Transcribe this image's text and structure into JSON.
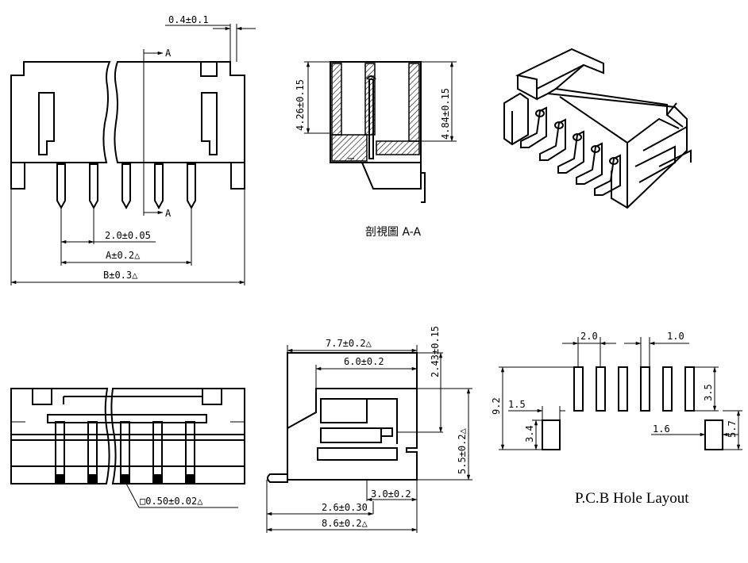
{
  "dims": {
    "pin_width": "0.4±0.1",
    "section_marker_top": "A",
    "section_marker_bottom": "A",
    "pitch": "2.0±0.05",
    "dim_a": "A±0.2△",
    "dim_b": "B±0.3△",
    "height_left": "4.26±0.15",
    "height_right": "4.84±0.15",
    "width_total_top": "7.7±0.2△",
    "width_inner": "6.0±0.2",
    "height_offset": "2.43±0.15",
    "side_height": "5.5±0.2△",
    "base_right": "3.0±0.2",
    "base_left": "2.6±0.30",
    "side_width": "8.6±0.2△",
    "pin_square": "□0.50±0.02△"
  },
  "section_caption": "剖視圖 A-A",
  "pcb": {
    "caption": "P.C.B Hole Layout",
    "pitch": "2.0",
    "slot_width": "1.0",
    "overall_height": "9.2",
    "pad_offset": "1.5",
    "pad_height": "3.4",
    "slot_height": "3.5",
    "pad_width": "1.6",
    "pad_right_height": "5.7"
  }
}
